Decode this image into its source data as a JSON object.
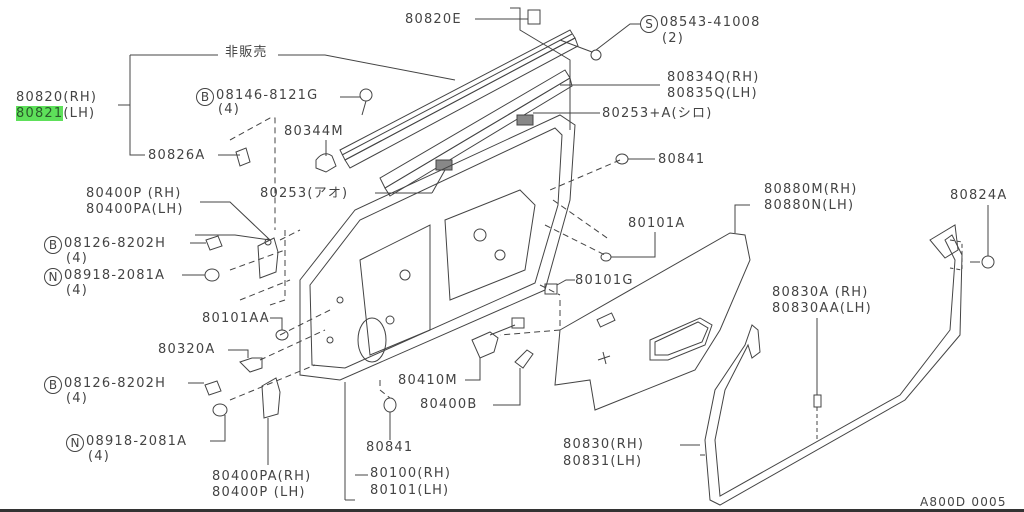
{
  "diagram": {
    "title": "Front Door Panel & Fitting",
    "figure_code": "A800D 0005",
    "highlight_color": "#5ee05a",
    "line_color": "#444444",
    "not_for_sale_label": "非販売"
  },
  "callouts": {
    "door_sash_rh": "80820(RH)",
    "door_sash_lh_code": "80821",
    "door_sash_lh_suffix": "(LH)",
    "seal_80826A": "80826A",
    "clip_80820E": "80820E",
    "screw_code": "08543-41008",
    "screw_qty": "(2)",
    "screw_mark": "S",
    "bolt_top_code": "08146-8121G",
    "bolt_top_qty": "(4)",
    "bolt_top_mark": "B",
    "weatherstrip_rh": "80834Q(RH)",
    "weatherstrip_lh": "80835Q(LH)",
    "seal_80253A": "80253+A(シロ)",
    "clip_80344M": "80344M",
    "plug_80841_top": "80841",
    "seal_80253_blue": "80253(アオ)",
    "hinge_upper_rh": "80400P (RH)",
    "hinge_upper_lh": "80400PA(LH)",
    "bolt_upper_code": "08126-8202H",
    "bolt_upper_qty": "(4)",
    "bolt_upper_mark": "B",
    "nut_upper_code": "08918-2081A",
    "nut_upper_qty": "(4)",
    "nut_upper_mark": "N",
    "plug_80101A": "80101A",
    "plug_80101G": "80101G",
    "trim_rh": "80880M(RH)",
    "trim_lh": "80880N(LH)",
    "clip_80824A": "80824A",
    "plug_80101AA": "80101AA",
    "bolt_80320A": "80320A",
    "bolt_lower_code": "08126-8202H",
    "bolt_lower_qty": "(4)",
    "bolt_lower_mark": "B",
    "nut_lower_code": "08918-2081A",
    "nut_lower_qty": "(4)",
    "nut_lower_mark": "N",
    "hinge_lower_rh": "80400PA(RH)",
    "hinge_lower_lh": "80400P (LH)",
    "check_link": "80410M",
    "check_bolt": "80400B",
    "plug_80841_bottom": "80841",
    "door_panel_rh": "80100(RH)",
    "door_panel_lh": "80101(LH)",
    "weatherstrip_main_rh": "80830(RH)",
    "weatherstrip_main_lh": "80831(LH)",
    "ws_clip_rh": "80830A (RH)",
    "ws_clip_lh": "80830AA(LH)"
  }
}
